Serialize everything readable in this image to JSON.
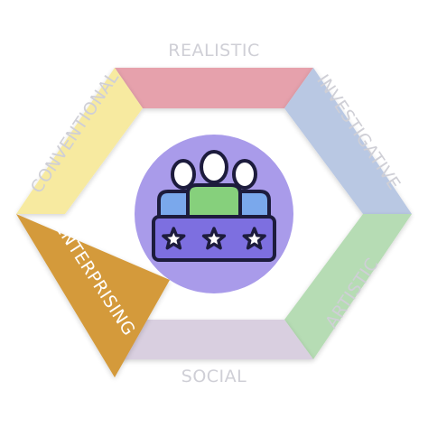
{
  "diagram": {
    "segments": [
      {
        "id": "realistic",
        "label": "REALISTIC",
        "color": "#e6a1ac",
        "active": false
      },
      {
        "id": "investigative",
        "label": "INVESTIGATIVE",
        "color": "#b9c8e3",
        "active": false
      },
      {
        "id": "artistic",
        "label": "ARTISTIC",
        "color": "#b6dcb4",
        "active": false
      },
      {
        "id": "social",
        "label": "SOCIAL",
        "color": "#d9cfe0",
        "active": false
      },
      {
        "id": "enterprising",
        "label": "ENTERPRISING",
        "color": "#d49a3b",
        "active": true
      },
      {
        "id": "conventional",
        "label": "CONVENTIONAL",
        "color": "#f7eaa0",
        "active": false
      }
    ],
    "center": {
      "icon": "team-rating-icon",
      "circle_color": "#a99bea",
      "board_color": "#7d6fe0",
      "shirt_colors": [
        "#7aa8ec",
        "#86d07c",
        "#7aa8ec"
      ],
      "head_color": "#ffffff",
      "outline_color": "#1d1c3d",
      "star_color": "#ffffff",
      "star_count": 3
    }
  }
}
